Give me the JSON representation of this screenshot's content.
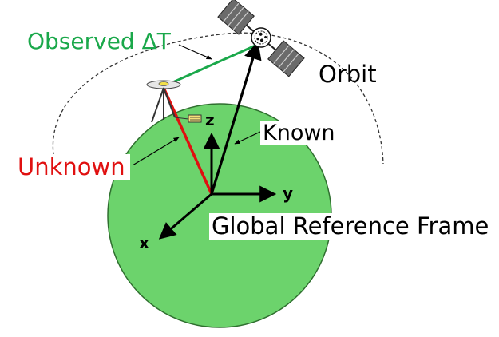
{
  "labels": {
    "observed": "Observed ΔT",
    "orbit": "Orbit",
    "known": "Known",
    "unknown": "Unknown",
    "frame": "Global Reference Frame",
    "axis_x": "x",
    "axis_y": "y",
    "axis_z": "z"
  },
  "colors": {
    "earth_fill": "#6cd36c",
    "earth_stroke": "#2f6f2f",
    "observed": "#1aa84a",
    "unknown": "#e01010",
    "known": "#000000",
    "satellite_panel": "#6b6b6b"
  },
  "icons": {
    "satellite": "satellite-icon",
    "receiver": "gps-receiver-icon"
  }
}
